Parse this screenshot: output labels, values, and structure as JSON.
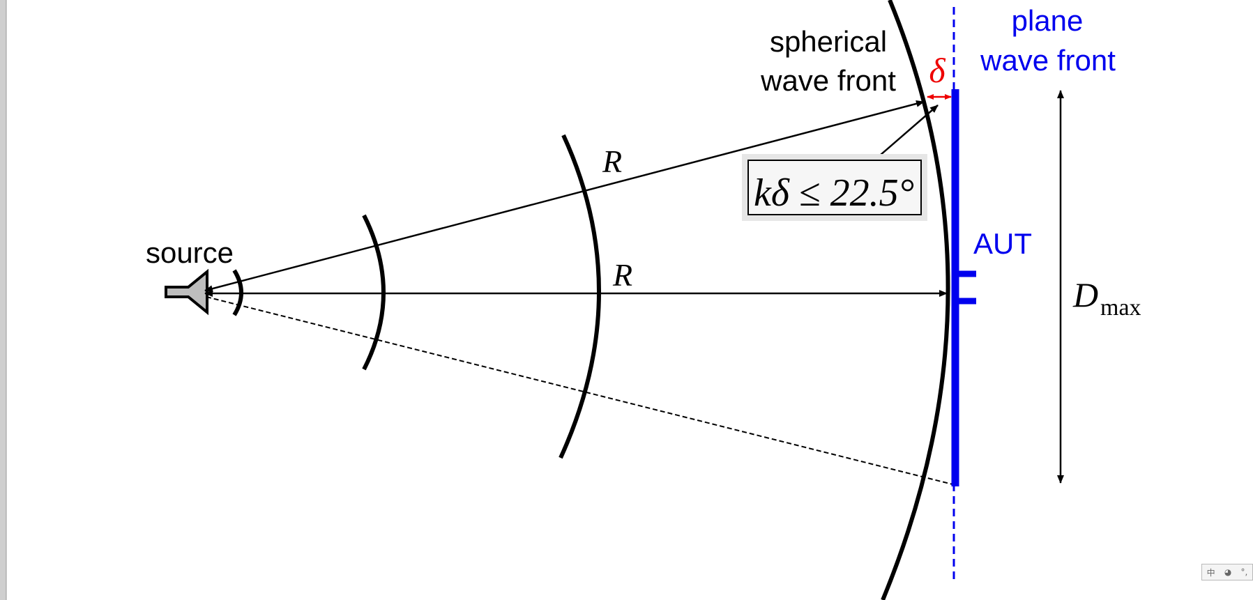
{
  "labels": {
    "source": "source",
    "spherical_line1": "spherical",
    "spherical_line2": "wave front",
    "plane_line1": "plane",
    "plane_line2": "wave front",
    "delta": "δ",
    "r_upper": "R",
    "r_center": "R",
    "aut": "AUT",
    "dmax_main": "D",
    "dmax_sub": "max",
    "condition": "kδ ≤ 22.5°"
  },
  "colors": {
    "ink": "#000000",
    "plane": "#0000ee",
    "delta": "#ee0000",
    "source_fill": "#bdbdbd",
    "box_fill": "#e6e6e6"
  },
  "ime": {
    "item1": "中",
    "item2": "◕",
    "item3": "°,"
  }
}
